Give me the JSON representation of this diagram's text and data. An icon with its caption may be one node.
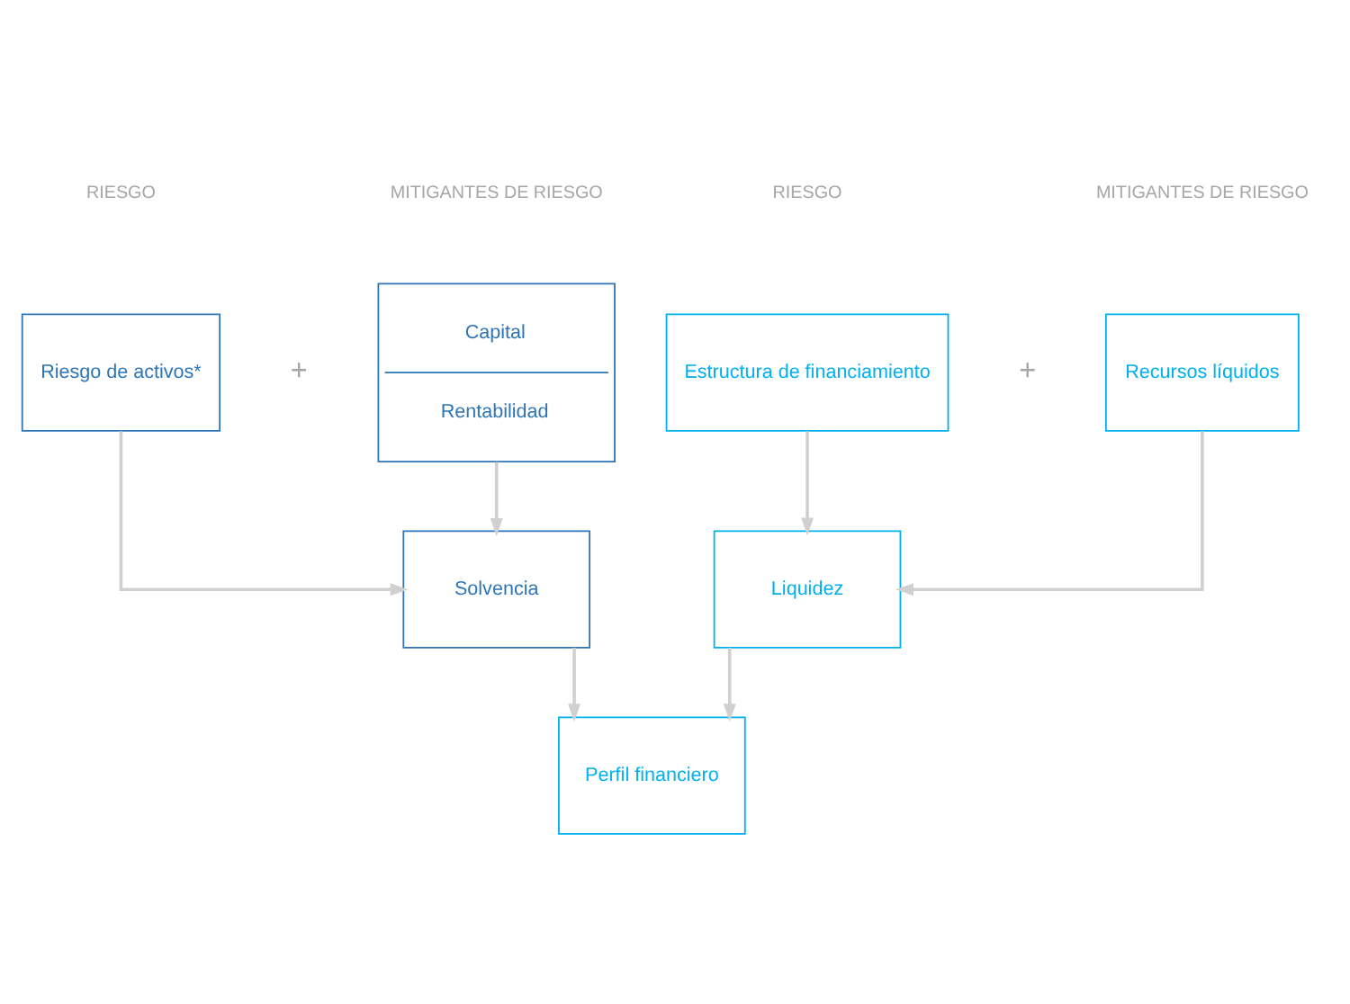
{
  "diagram": {
    "nodes": [
      {
        "text": [
          "Riesgo de activos*"
        ]
      },
      {
        "text": [
          "Capital",
          "Rentabilidad"
        ]
      },
      {
        "text": [
          "Estructura de financiamiento"
        ]
      },
      {
        "text": [
          "Recursos líquidos"
        ]
      },
      {
        "text": [
          "Solvencia"
        ]
      },
      {
        "text": [
          "Liquidez"
        ]
      },
      {
        "text": [
          "Perfil financiero"
        ]
      }
    ],
    "edges": [
      {
        "from": 0,
        "to": 4,
        "arrow": "to"
      },
      {
        "from": 1,
        "to": 4,
        "arrow": "to"
      },
      {
        "from": 2,
        "to": 5,
        "arrow": "to"
      },
      {
        "from": 3,
        "to": 5,
        "arrow": "to"
      },
      {
        "from": 4,
        "to": 6,
        "arrow": "to"
      },
      {
        "from": 5,
        "to": 6,
        "arrow": "to"
      }
    ],
    "labels": [
      "RIESGO",
      "MITIGANTES DE RIESGO",
      "RIESGO",
      "MITIGANTES DE RIESGO",
      "+",
      "+"
    ]
  }
}
